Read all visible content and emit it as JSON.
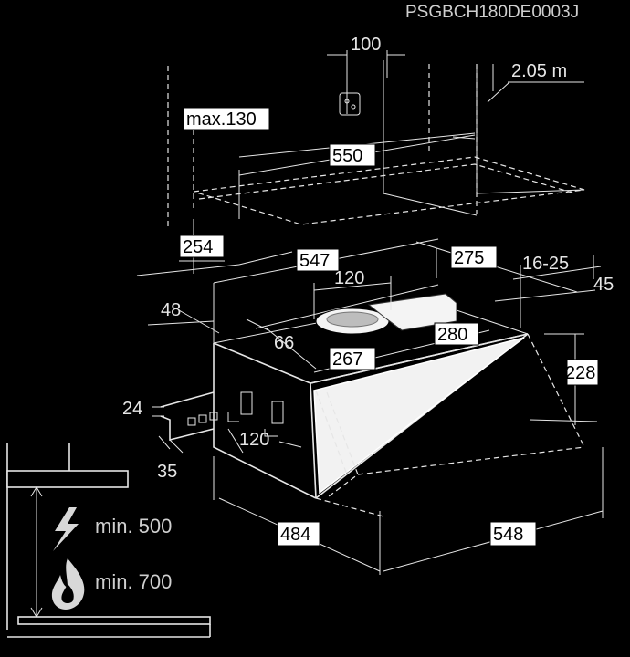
{
  "drawing": {
    "code": "PSGBCH180DE0003J",
    "dimensions": {
      "d100": "100",
      "height_205": "2.05 m",
      "max130": "max.130",
      "d550": "550",
      "d254": "254",
      "d547": "547",
      "d275": "275",
      "d16_25": "16-25",
      "d45": "45",
      "d120_top": "120",
      "d48": "48",
      "d66": "66",
      "d267": "267",
      "d280": "280",
      "d228": "228",
      "d24": "24",
      "d120_side": "120",
      "d35": "35",
      "d484": "484",
      "d548": "548"
    },
    "clearances": {
      "electric": "min. 500",
      "gas": "min. 700"
    }
  }
}
